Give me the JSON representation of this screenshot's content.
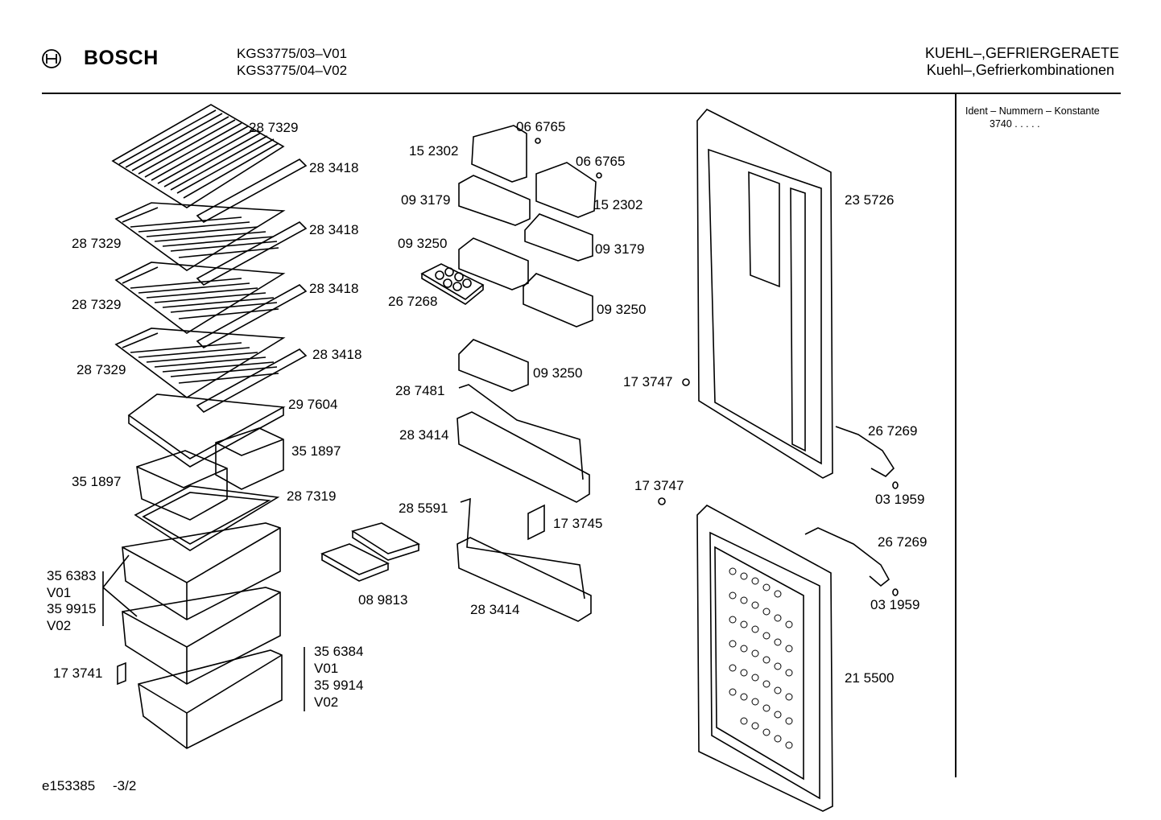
{
  "header": {
    "brand": "BOSCH",
    "models": [
      "KGS3775/03–V01",
      "KGS3775/04–V02"
    ],
    "category": "KUEHL–,GEFRIERGERAETE",
    "subcategory": "Kuehl–,Gefrierkombinationen"
  },
  "sidebar": {
    "ident_title": "Ident – Nummern – Konstante",
    "ident_value": "3740  .   .   .   .   ."
  },
  "footer": {
    "doc_id": "e153385",
    "page": "-3/2"
  },
  "parts": [
    "28 7329",
    "28 3418",
    "28 7329",
    "28 3418",
    "28 7329",
    "28 3418",
    "28 7329",
    "28 3418",
    "29 7604",
    "35 1897",
    "35 1897",
    "28 7319",
    "35 6383",
    "V01",
    "35 9915",
    "V02",
    "17 3741",
    "35 6384",
    "V01",
    "35 9914",
    "V02",
    "06 6765",
    "15 2302",
    "06 6765",
    "09 3179",
    "15 2302",
    "09 3250",
    "09 3179",
    "26 7268",
    "09 3250",
    "09 3250",
    "28 7481",
    "28 3414",
    "28 5591",
    "17 3745",
    "08 9813",
    "28 3414",
    "23 5726",
    "17 3747",
    "26 7269",
    "03 1959",
    "17 3747",
    "26 7269",
    "03 1959",
    "21 5500"
  ]
}
